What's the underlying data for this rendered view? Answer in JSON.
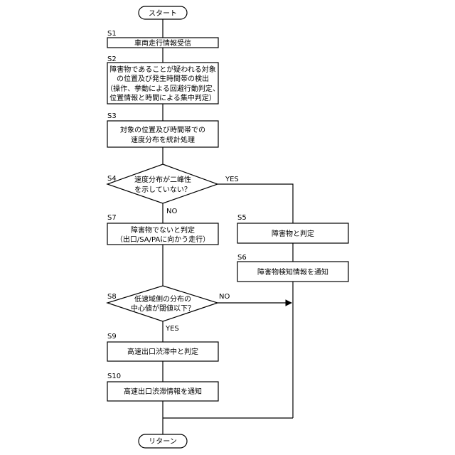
{
  "flowchart": {
    "start": {
      "label": "スタート"
    },
    "end": {
      "label": "リターン"
    },
    "steps": {
      "s1": {
        "id": "S1",
        "lines": [
          "車両走行情報受信"
        ]
      },
      "s2": {
        "id": "S2",
        "lines": [
          "障害物であることが疑われる対象",
          "の位置及び発生時間帯の検出",
          "（操作、挙動による回避行動判定、",
          "位置情報と時間による集中判定）"
        ]
      },
      "s3": {
        "id": "S3",
        "lines": [
          "対象の位置及び時間帯での",
          "速度分布を統計処理"
        ]
      },
      "s4": {
        "id": "S4",
        "lines": [
          "速度分布が二峰性",
          "を示していない？"
        ]
      },
      "s5": {
        "id": "S5",
        "lines": [
          "障害物と判定"
        ]
      },
      "s6": {
        "id": "S6",
        "lines": [
          "障害物検知情報を通知"
        ]
      },
      "s7": {
        "id": "S7",
        "lines": [
          "障害物でないと判定",
          "（出口/SA/PAに向かう走行）"
        ]
      },
      "s8": {
        "id": "S8",
        "lines": [
          "低速域側の分布の",
          "中心値が閾値以下？"
        ]
      },
      "s9": {
        "id": "S9",
        "lines": [
          "高速出口渋滞中と判定"
        ]
      },
      "s10": {
        "id": "S10",
        "lines": [
          "高速出口渋滞情報を通知"
        ]
      }
    },
    "edge_labels": {
      "s4_yes": "YES",
      "s4_no": "NO",
      "s8_no": "NO",
      "s8_yes": "YES"
    }
  }
}
